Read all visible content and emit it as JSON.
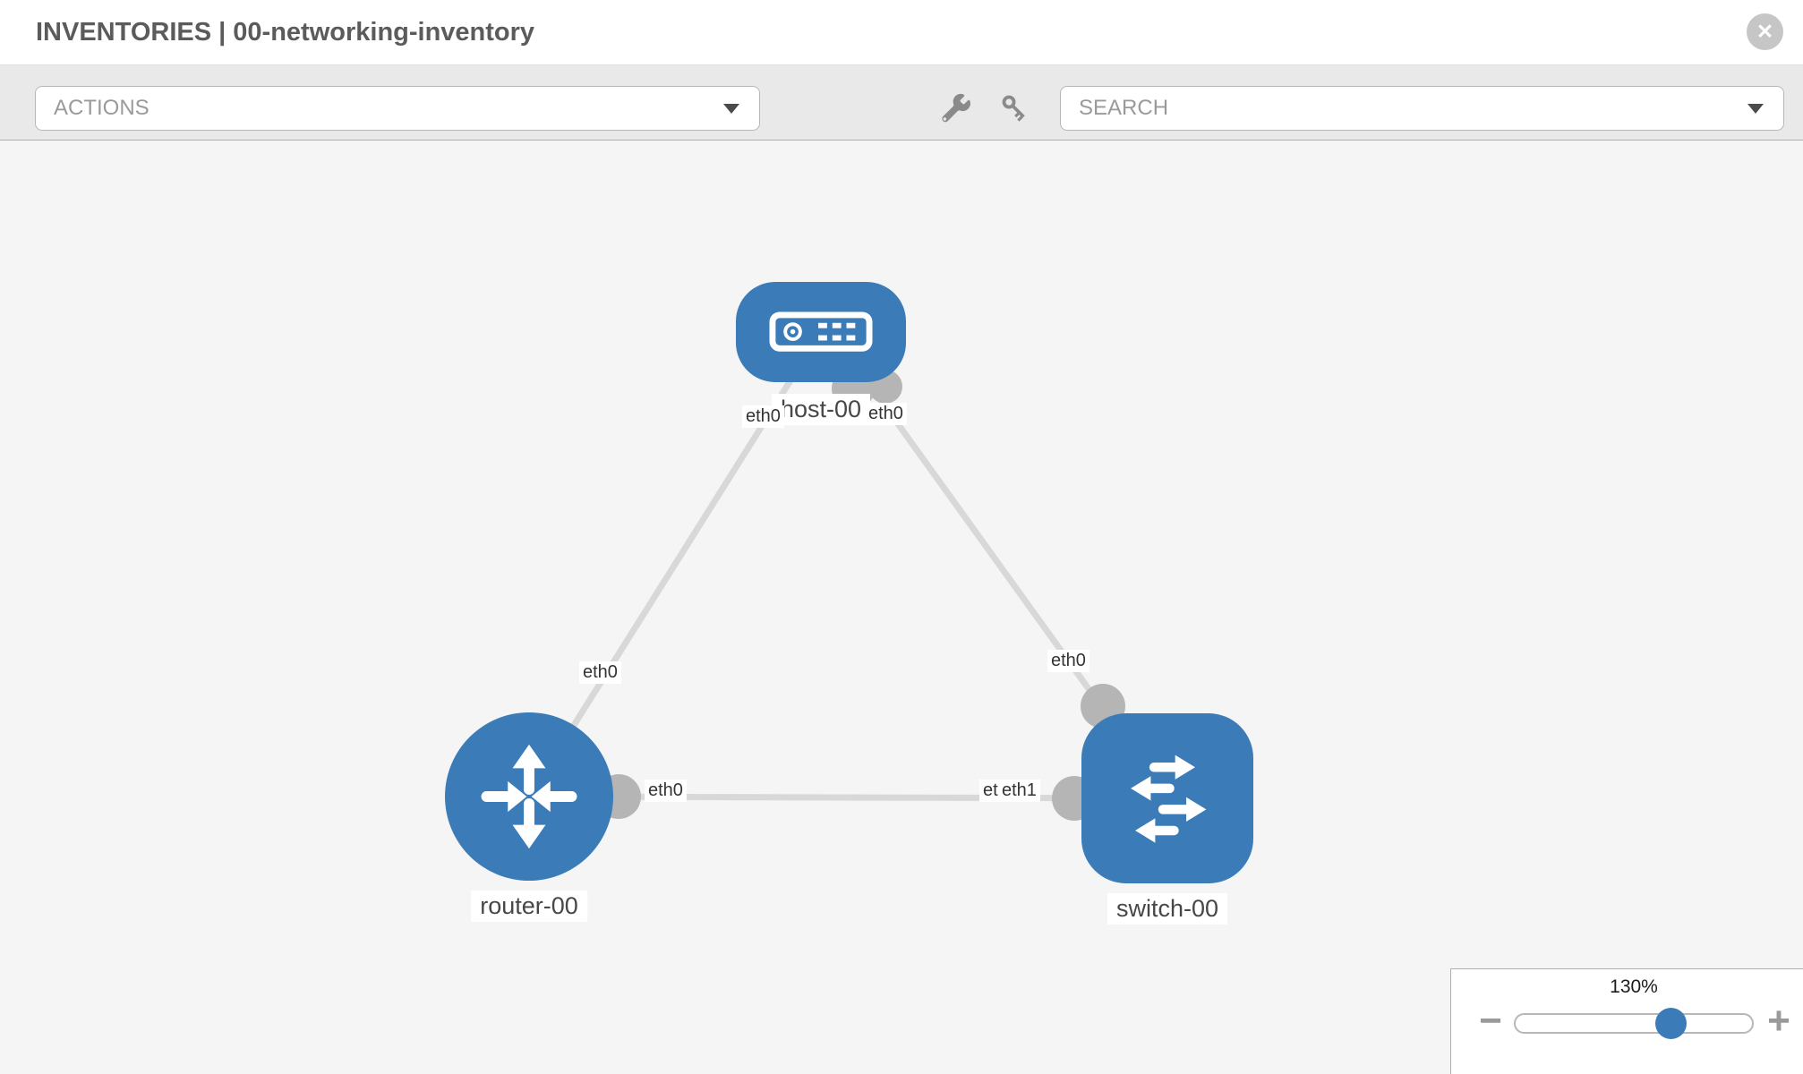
{
  "header": {
    "title": "INVENTORIES | 00-networking-inventory",
    "close_icon_glyph": "✕"
  },
  "toolbar": {
    "actions_dropdown": {
      "placeholder": "ACTIONS"
    },
    "search_dropdown": {
      "placeholder": "SEARCH"
    },
    "icons": [
      "wrench-icon",
      "key-icon"
    ]
  },
  "canvas": {
    "nodes": [
      {
        "id": "host-00",
        "type": "host",
        "label": "host-00"
      },
      {
        "id": "router-00",
        "type": "router",
        "label": "router-00"
      },
      {
        "id": "switch-00",
        "type": "switch",
        "label": "switch-00"
      }
    ],
    "links": [
      {
        "from": "host-00",
        "to": "router-00",
        "from_iface": "eth0",
        "to_iface": "eth0"
      },
      {
        "from": "host-00",
        "to": "switch-00",
        "from_iface": "eth0",
        "to_iface": "eth0"
      },
      {
        "from": "router-00",
        "to": "switch-00",
        "from_iface": "eth0",
        "to_iface": "eth1",
        "to_iface_back_label": "eth0"
      }
    ]
  },
  "zoom_panel": {
    "value": "130%",
    "percent": 130,
    "minus_glyph": "−",
    "plus_glyph": "+",
    "thumb_fraction": 0.65
  },
  "colors": {
    "node_blue": "#3b7cb8",
    "link_gray": "#d8d8d8",
    "connector_gray": "#b5b5b5",
    "canvas_bg": "#f5f5f6",
    "toolbar_bg": "#e9e9e9"
  }
}
